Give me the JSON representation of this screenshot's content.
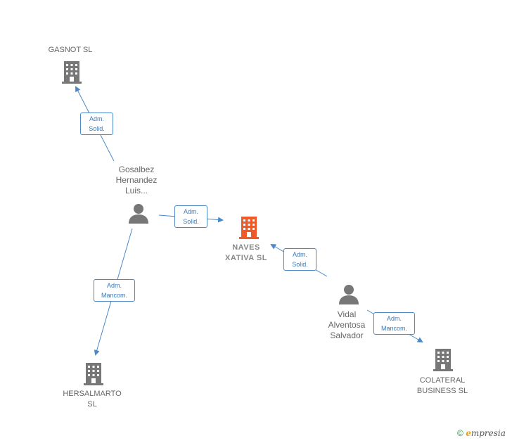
{
  "nodes": {
    "gasnot": {
      "label": "GASNOT  SL"
    },
    "gosalbez": {
      "label": "Gosalbez\nHernandez\nLuis..."
    },
    "naves": {
      "label": "NAVES\nXATIVA  SL"
    },
    "vidal": {
      "label": "Vidal\nAlventosa\nSalvador"
    },
    "hersalmarto": {
      "label": "HERSALMARTO\nSL"
    },
    "colateral": {
      "label": "COLATERAL\nBUSINESS  SL"
    }
  },
  "edges": {
    "gosalbez_gasnot": {
      "label": "Adm.\nSolid."
    },
    "gosalbez_naves": {
      "label": "Adm.\nSolid."
    },
    "vidal_naves": {
      "label": "Adm.\nSolid."
    },
    "gosalbez_hersalmarto": {
      "label": "Adm.\nMancom."
    },
    "vidal_colateral": {
      "label": "Adm.\nMancom."
    }
  },
  "colors": {
    "building": "#777777",
    "building_main": "#f05a28",
    "person": "#777777",
    "edge": "#4a88c7"
  },
  "footer": {
    "copyright_symbol": "©",
    "brand_initial": "e",
    "brand_rest": "mpresia"
  }
}
